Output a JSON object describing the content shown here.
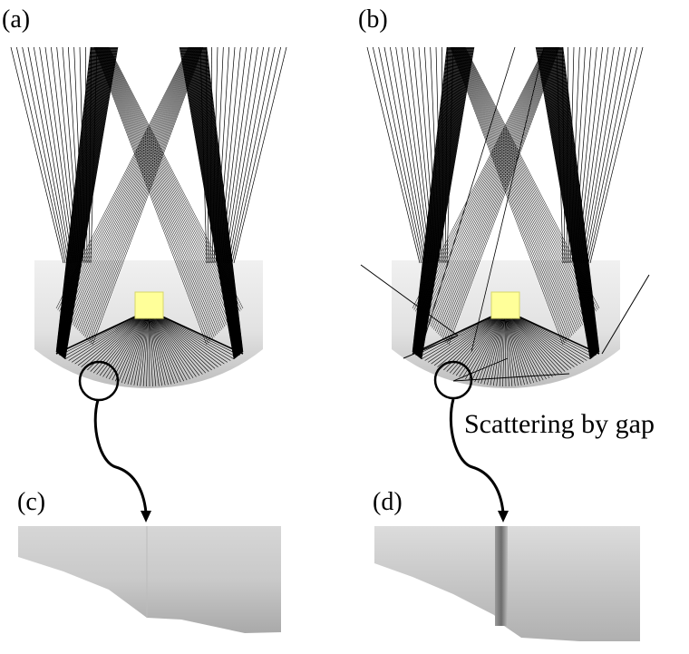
{
  "panels": [
    {
      "label": "(a)"
    },
    {
      "label": "(b)"
    },
    {
      "label": "(c)"
    },
    {
      "label": "(d)"
    }
  ],
  "annotation": {
    "text": "Scattering by gap"
  },
  "colors": {
    "ray": "#000000",
    "source": "#ffff99",
    "lens_top": "#ededed",
    "lens_bottom": "#bcbcbc",
    "detail_light": "#d2d2d2",
    "detail_dark": "#a6a6a6"
  }
}
